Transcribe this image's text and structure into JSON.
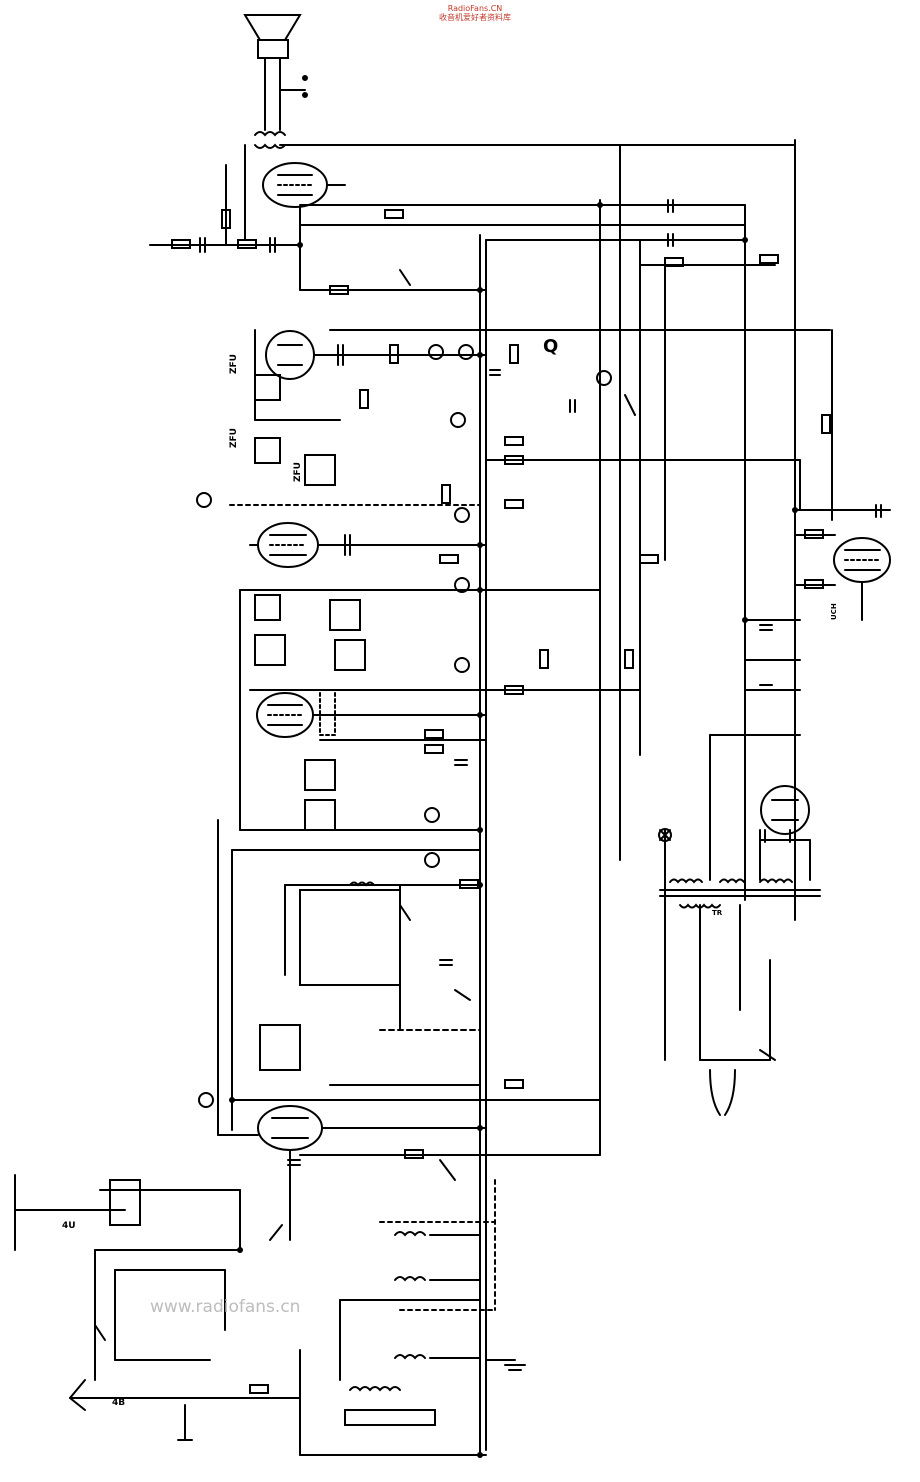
{
  "header": {
    "site": "RadioFans.CN",
    "subtitle": "收音机爱好者资料库"
  },
  "watermark": "www.radiofans.cn",
  "labels": {
    "antenna": "4U",
    "ground": "4B",
    "coil_a": "ZFU",
    "coil_b": "ZFU",
    "coil_c": "ZFU",
    "tone_q": "Q",
    "tube_top_right": "UCH",
    "transformer": "TR"
  },
  "colors": {
    "ink": "#000000",
    "paper": "#ffffff",
    "header": "#c0392b",
    "watermark": "#bdbdbd"
  }
}
